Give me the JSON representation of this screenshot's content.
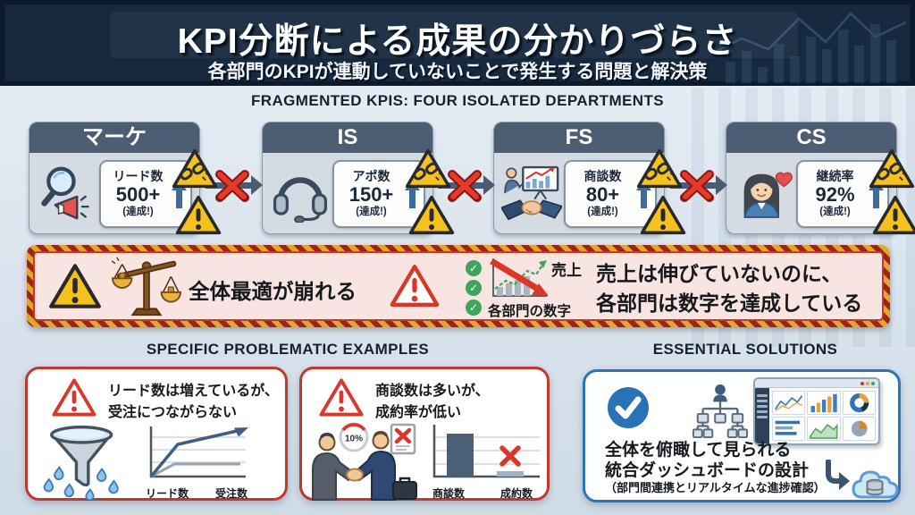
{
  "header": {
    "title": "KPI分断による成果の分かりづらさ",
    "subtitle": "各部門のKPIが連動していないことで発生する問題と解決策"
  },
  "section_labels": {
    "fragmented": "FRAGMENTED KPIS: FOUR ISOLATED DEPARTMENTS",
    "problems": "SPECIFIC PROBLEMATIC EXAMPLES",
    "solutions": "ESSENTIAL SOLUTIONS"
  },
  "departments": [
    {
      "name": "マーケ",
      "icon": "magnifier-megaphone-icon",
      "kpi_label": "リード数",
      "kpi_value": "500+",
      "kpi_status": "(達成!)"
    },
    {
      "name": "IS",
      "icon": "headset-icon",
      "kpi_label": "アポ数",
      "kpi_value": "150+",
      "kpi_status": "(達成!)"
    },
    {
      "name": "FS",
      "icon": "presenter-handshake-icon",
      "kpi_label": "商談数",
      "kpi_value": "80+",
      "kpi_status": "(達成!)"
    },
    {
      "name": "CS",
      "icon": "customer-heart-icon",
      "kpi_label": "継続率",
      "kpi_value": "92%",
      "kpi_status": "(達成!)"
    }
  ],
  "banner": {
    "left_text": "全体最適が崩れる",
    "chart_label_sales": "売上",
    "chart_label_departments": "各部門の数字",
    "right_text_line1": "売上は伸びていないのに、",
    "right_text_line2": "各部門は数字を達成している"
  },
  "problem_cards": [
    {
      "title_line1": "リード数は増えているが、",
      "title_line2": "受注につながらない",
      "x_labels": [
        "リード数",
        "受注数"
      ]
    },
    {
      "title_line1": "商談数は多いが、",
      "title_line2": "成約率が低い",
      "badge": "10%",
      "x_labels": [
        "商談数",
        "成約数"
      ]
    }
  ],
  "solution_card": {
    "line1": "全体を俯瞰して見られる",
    "line2": "統合ダッシュボードの設計",
    "line3": "（部門間連携とリアルタイムな進捗確認）"
  },
  "colors": {
    "header_bg": "#16293f",
    "card_header": "#4d5d74",
    "alert_red": "#c0392b",
    "warning_yellow": "#f2b51e",
    "success_green": "#3fa45c",
    "accent_blue": "#2d74b5",
    "banner_bg": "#f8e5e1"
  }
}
